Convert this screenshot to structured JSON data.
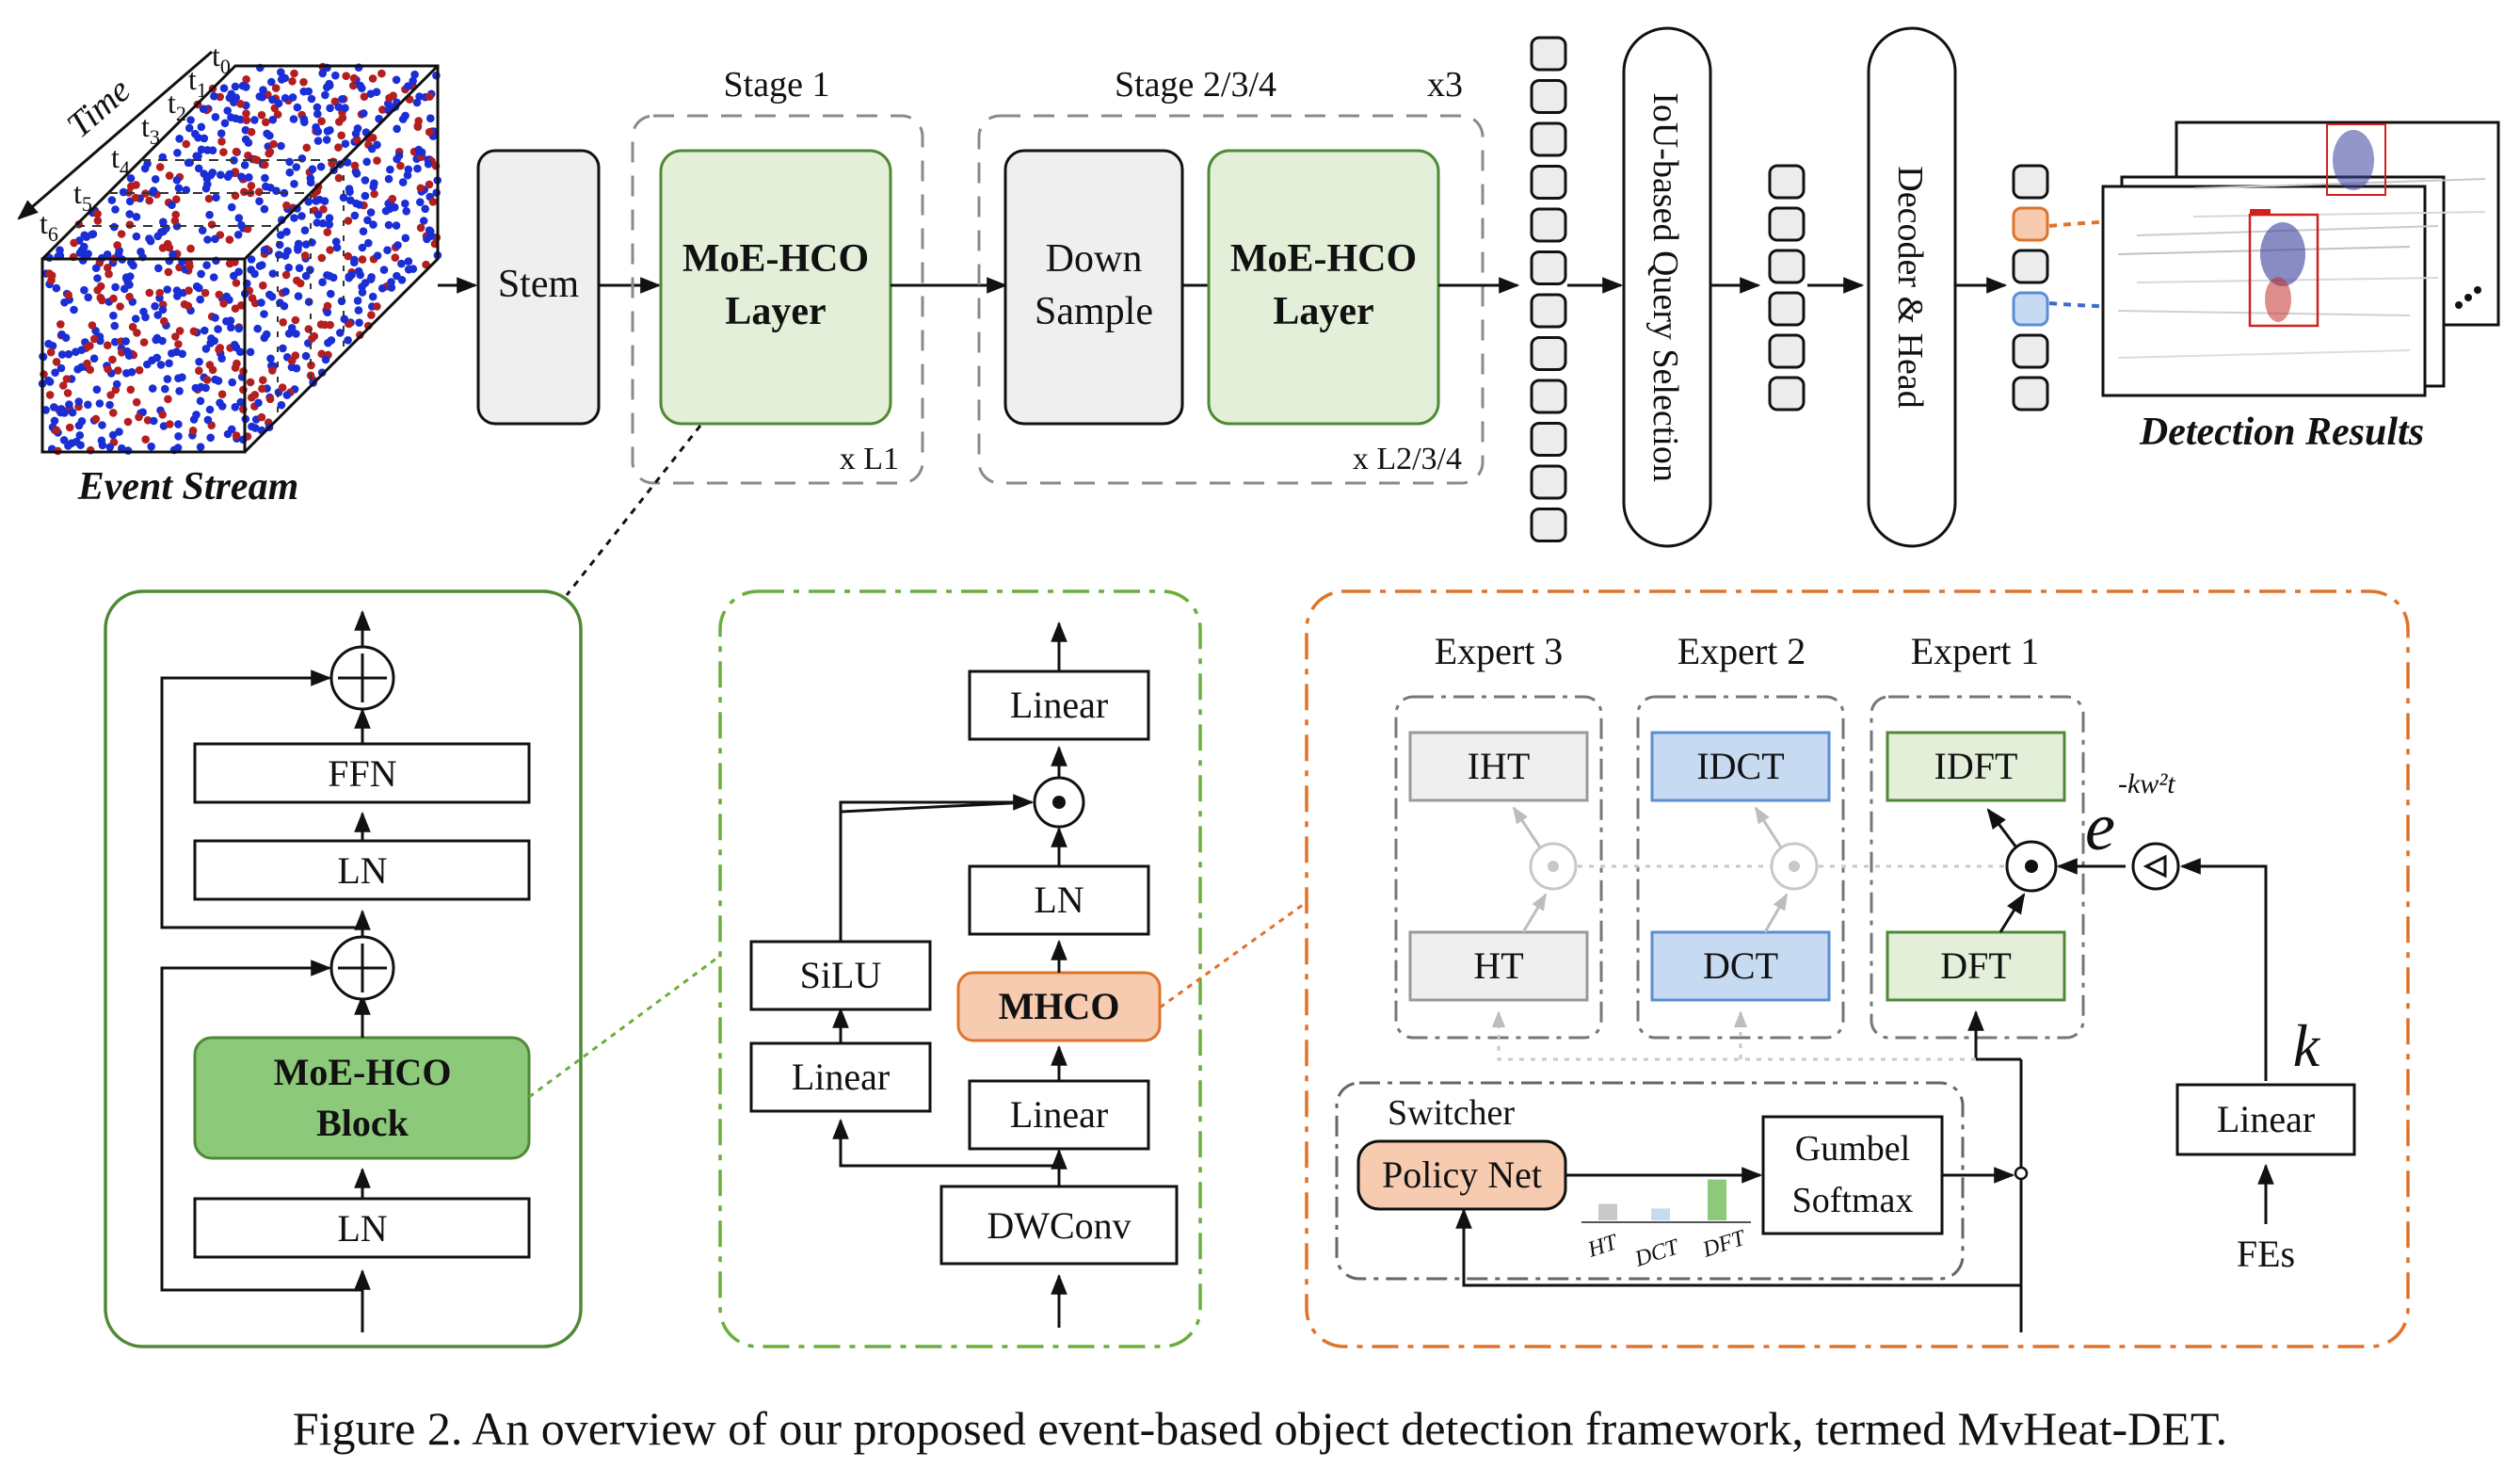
{
  "caption": "Figure 2. An overview of our proposed event-based object detection framework, termed MvHeat-DET.",
  "colors": {
    "event_red": "#b41e1e",
    "event_blue": "#1a2ed6",
    "green_fill": "#e3efd8",
    "green_stroke": "#4e8a33",
    "green_block": "#8dc97a",
    "orange_fill": "#f6cbb0",
    "orange_stroke": "#e0732a",
    "blue_fill": "#c6daf1",
    "blue_stroke": "#5b8ed6",
    "gray_fill": "#efefef",
    "fes_red": "#c01a1a"
  },
  "event_stream": {
    "time_label": "Time",
    "ticks": [
      "t",
      "t",
      "t",
      "t",
      "t",
      "t",
      "t"
    ],
    "tick_subs": [
      "0",
      "1",
      "2",
      "3",
      "4",
      "5",
      "6"
    ],
    "label": "Event Stream"
  },
  "backbone": {
    "stem": "Stem",
    "stage1_title": "Stage 1",
    "stage1_block": [
      "MoE-HCO",
      "Layer"
    ],
    "stage1_repeat": "x L1",
    "stage234_title": "Stage 2/3/4",
    "stage234_x3": "x3",
    "downsample": [
      "Down",
      "Sample"
    ],
    "stage234_block": [
      "MoE-HCO",
      "Layer"
    ],
    "stage234_repeat": "x L2/3/4"
  },
  "decoder": {
    "query_selection": "IoU-based Query Selection",
    "decoder_head": "Decoder & Head"
  },
  "results": {
    "label": "Detection Results"
  },
  "moe_layer": {
    "ffn": "FFN",
    "ln_top": "LN",
    "block": [
      "MoE-HCO",
      "Block"
    ],
    "ln_bottom": "LN"
  },
  "moe_block": {
    "linear_top": "Linear",
    "ln": "LN",
    "mhco": "MHCO",
    "linear_mid": "Linear",
    "dwconv": "DWConv",
    "silu": "SiLU",
    "linear_left": "Linear"
  },
  "mhco": {
    "experts": [
      {
        "title": "Expert 3",
        "inverse": "IHT",
        "forward": "HT"
      },
      {
        "title": "Expert 2",
        "inverse": "IDCT",
        "forward": "DCT"
      },
      {
        "title": "Expert 1",
        "inverse": "IDFT",
        "forward": "DFT"
      }
    ],
    "switcher_title": "Switcher",
    "policy_net": "Policy Net",
    "gumbel": [
      "Gumbel",
      "Softmax"
    ],
    "bar_labels": [
      "HT",
      "DCT",
      "DFT"
    ],
    "bar_values": [
      0.25,
      0.18,
      0.62
    ],
    "linear": "Linear",
    "fes": "FEs",
    "k": "k",
    "exp_base": "e",
    "exp_power": "-kw²t"
  }
}
